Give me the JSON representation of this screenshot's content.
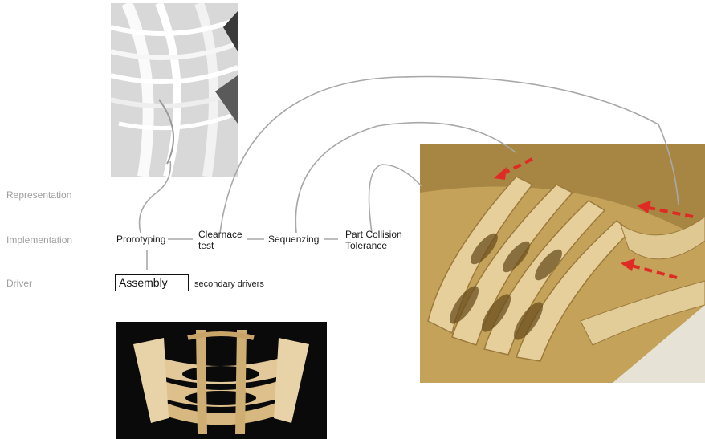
{
  "levels": {
    "representation": "Representation",
    "implementation": "Implementation",
    "driver": "Driver"
  },
  "process": {
    "prototyping": "Prorotyping",
    "clearance_line1": "Clearnace",
    "clearance_line2": "test",
    "sequencing": "Sequenzing",
    "collision_line1": "Part Collision",
    "collision_line2": "Tolerance"
  },
  "driver": {
    "assembly": "Assembly",
    "secondary": "secondary drivers"
  },
  "colors": {
    "connector": "#a8a8a8",
    "arrow": "#e02b24",
    "level_label": "#a0a0a0"
  }
}
